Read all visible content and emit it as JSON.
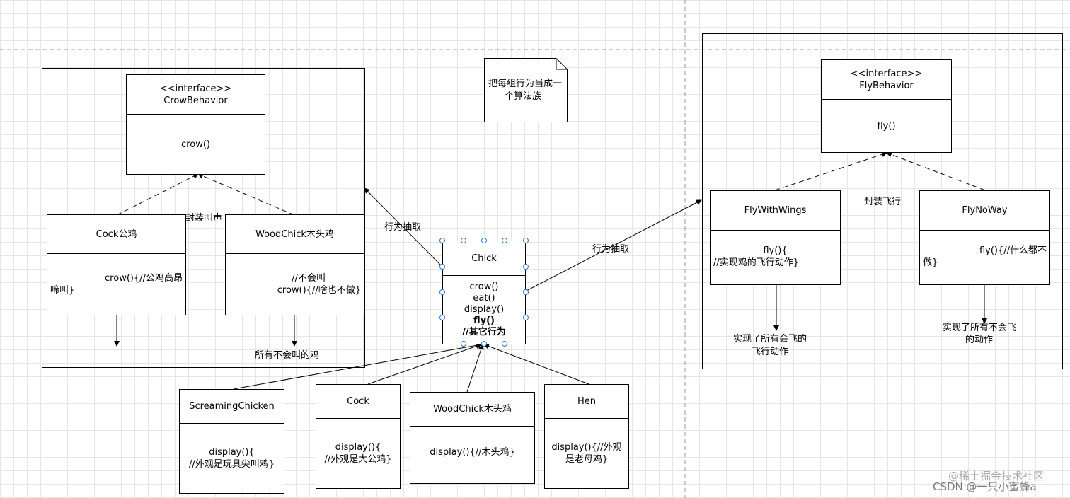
{
  "crow_interface": {
    "stereotype": "<<interface>>",
    "name": "CrowBehavior",
    "method": "crow()"
  },
  "cock_crow": {
    "name": "Cock公鸡",
    "line1": "crow(){//公鸡高昂",
    "line2": "啼叫}"
  },
  "wood_crow": {
    "name": "WoodChick木头鸡",
    "line1": "//不会叫",
    "line2": "crow(){//啥也不做}"
  },
  "label_crow_encap": "封装叫声",
  "label_all_no_crow": "所有不会叫的鸡",
  "note_text_1": "把每组行为当成一",
  "note_text_2": "个算法族",
  "label_extract_left": "行为抽取",
  "label_extract_right": "行为抽取",
  "chick": {
    "name": "Chick",
    "m1": "crow()",
    "m2": "eat()",
    "m3": "display()",
    "m4": "fly()",
    "m5": "//其它行为"
  },
  "fly_interface": {
    "stereotype": "<<interface>>",
    "name": "FlyBehavior",
    "method": "fly()"
  },
  "fly_with_wings": {
    "name": "FlyWithWings",
    "line1": "fly(){",
    "line2": "//实现鸡的飞行动作}"
  },
  "fly_no_way": {
    "name": "FlyNoWay",
    "line1": "fly(){//什么都不",
    "line2": "做}"
  },
  "label_fly_encap": "封装飞行",
  "label_all_fly_1": "实现了所有会飞的",
  "label_all_fly_2": "飞行动作",
  "label_all_nofly_1": "实现了所有不会飞",
  "label_all_nofly_2": "的动作",
  "screaming": {
    "name": "ScreamingChicken",
    "line1": "display(){",
    "line2": "//外观是玩具尖叫鸡}"
  },
  "cock": {
    "name": "Cock",
    "line1": "display(){",
    "line2": "//外观是大公鸡}"
  },
  "woodchick": {
    "name": "WoodChick木头鸡",
    "line1": "display(){//木头鸡}"
  },
  "hen": {
    "name": "Hen",
    "line1": "display(){//外观",
    "line2": "是老母鸡}"
  },
  "watermark_1": "@稀土掘金技术社区",
  "watermark_2": "CSDN @一只小蜜蜂a"
}
